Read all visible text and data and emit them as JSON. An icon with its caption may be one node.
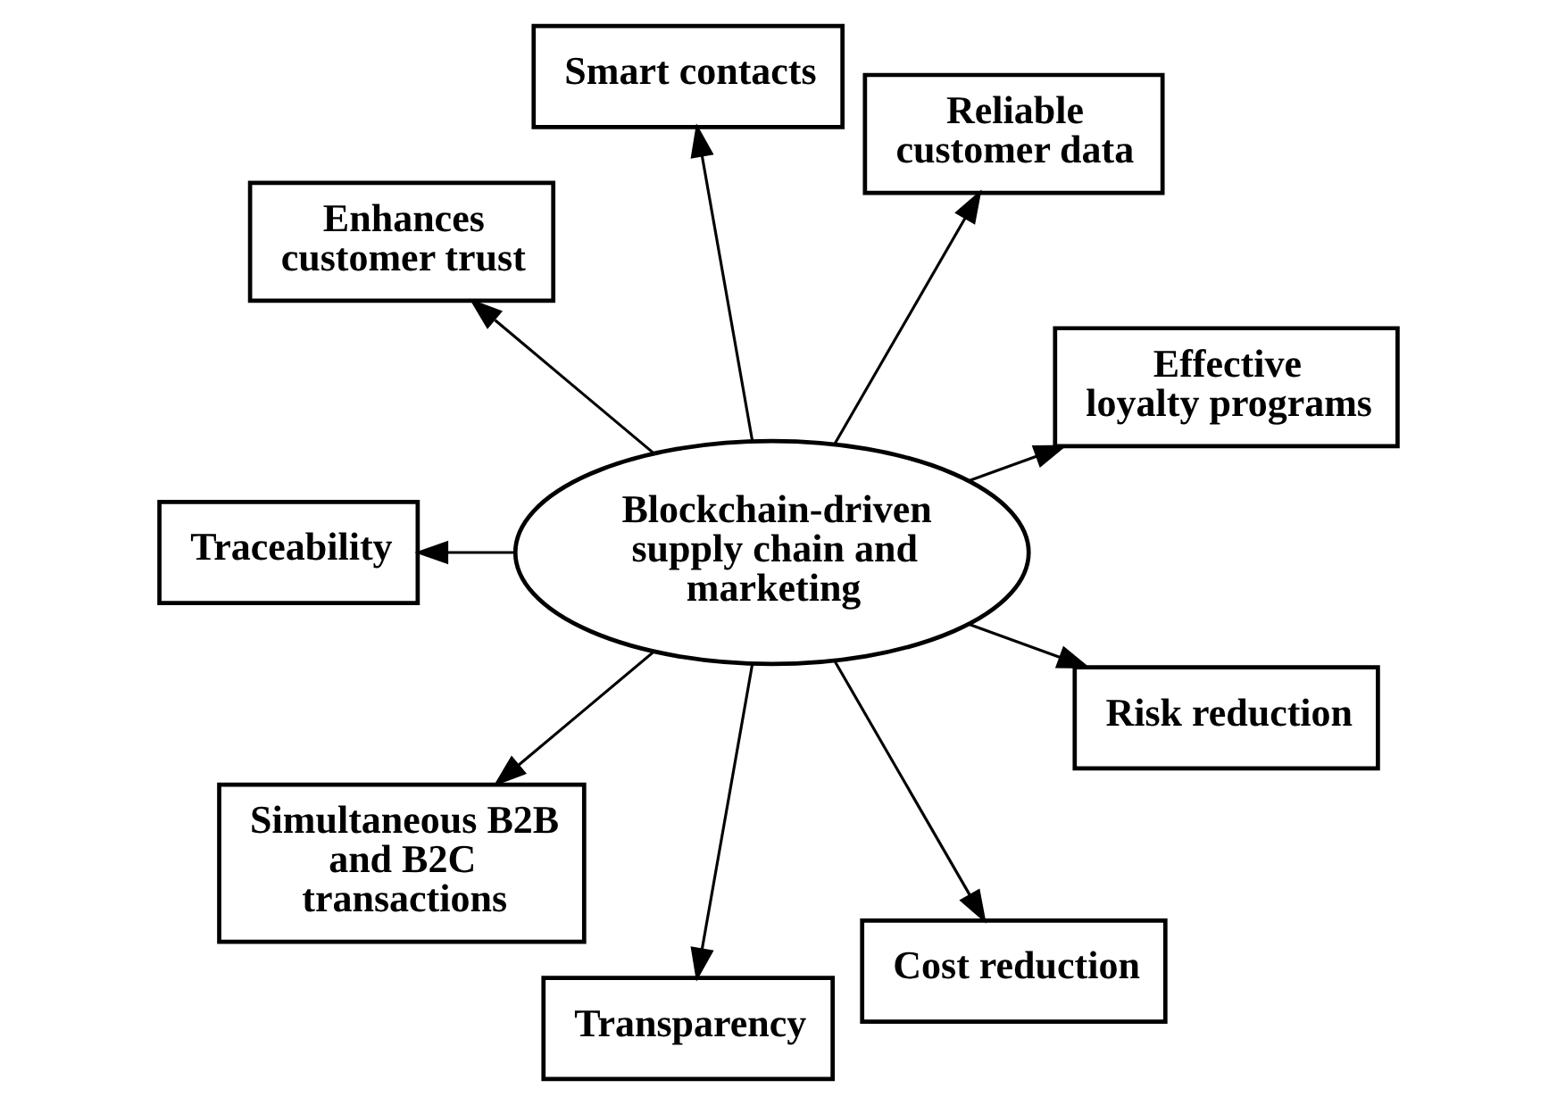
{
  "diagram": {
    "nodes": [
      {
        "text": [
          "Blockchain-driven supply chain and marketing"
        ]
      },
      {
        "text": [
          "Effective loyalty programs"
        ]
      },
      {
        "text": [
          "Reliable customer data"
        ]
      },
      {
        "text": [
          "Smart contacts"
        ]
      },
      {
        "text": [
          "Enhances customer trust"
        ]
      },
      {
        "text": [
          "Traceability"
        ]
      },
      {
        "text": [
          "Simultaneous B2B and B2C transactions"
        ]
      },
      {
        "text": [
          "Transparency"
        ]
      },
      {
        "text": [
          "Cost reduction"
        ]
      },
      {
        "text": [
          "Risk reduction"
        ]
      }
    ],
    "edges": [
      {
        "from": 0,
        "to": 1,
        "arrow": "to"
      },
      {
        "from": 0,
        "to": 2,
        "arrow": "to"
      },
      {
        "from": 0,
        "to": 4,
        "arrow": "to"
      },
      {
        "from": 0,
        "to": 6,
        "arrow": "to"
      },
      {
        "from": 0,
        "to": 9,
        "arrow": "to"
      },
      {
        "from": 0,
        "to": 8,
        "arrow": "to"
      },
      {
        "from": 0,
        "to": 7,
        "arrow": "to"
      },
      {
        "from": 0,
        "to": 5,
        "arrow": "to"
      },
      {
        "from": 0,
        "to": 3,
        "arrow": "to"
      }
    ]
  }
}
